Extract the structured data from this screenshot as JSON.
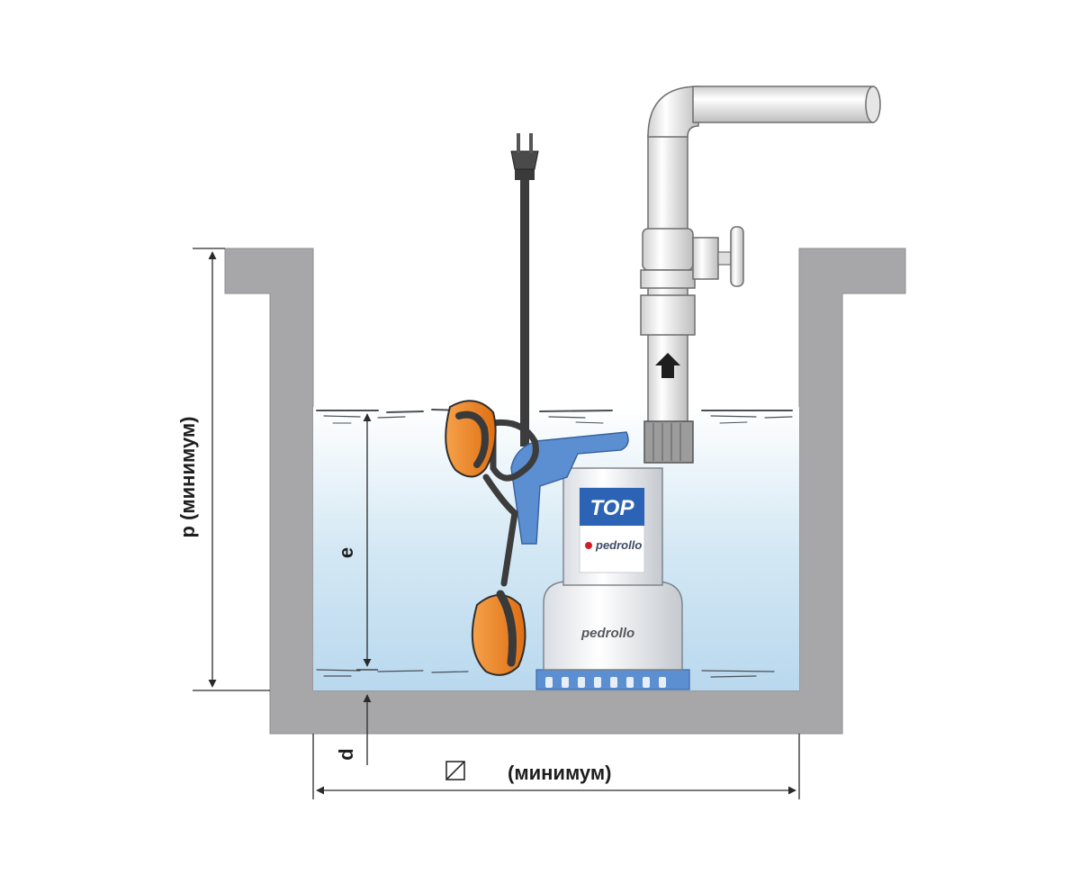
{
  "labels": {
    "p_label": "p (минимум)",
    "e_label": "e",
    "d_label": "d",
    "width_label": "(минимум)"
  },
  "pump": {
    "model_badge": "TOP",
    "brand_logo": "pedrollo",
    "brand_logo_body": "pedrollo"
  },
  "colors": {
    "wall": "#a7a7a9",
    "water": "#cfe5f2",
    "pump_blue": "#5b8fd1",
    "float_orange": "#f08a2a",
    "pipe": "#eeeeee",
    "line": "#2b2b2b"
  },
  "icons": {
    "square-symbol": "diameter-square-icon",
    "flow-arrow": "up-arrow-icon"
  }
}
